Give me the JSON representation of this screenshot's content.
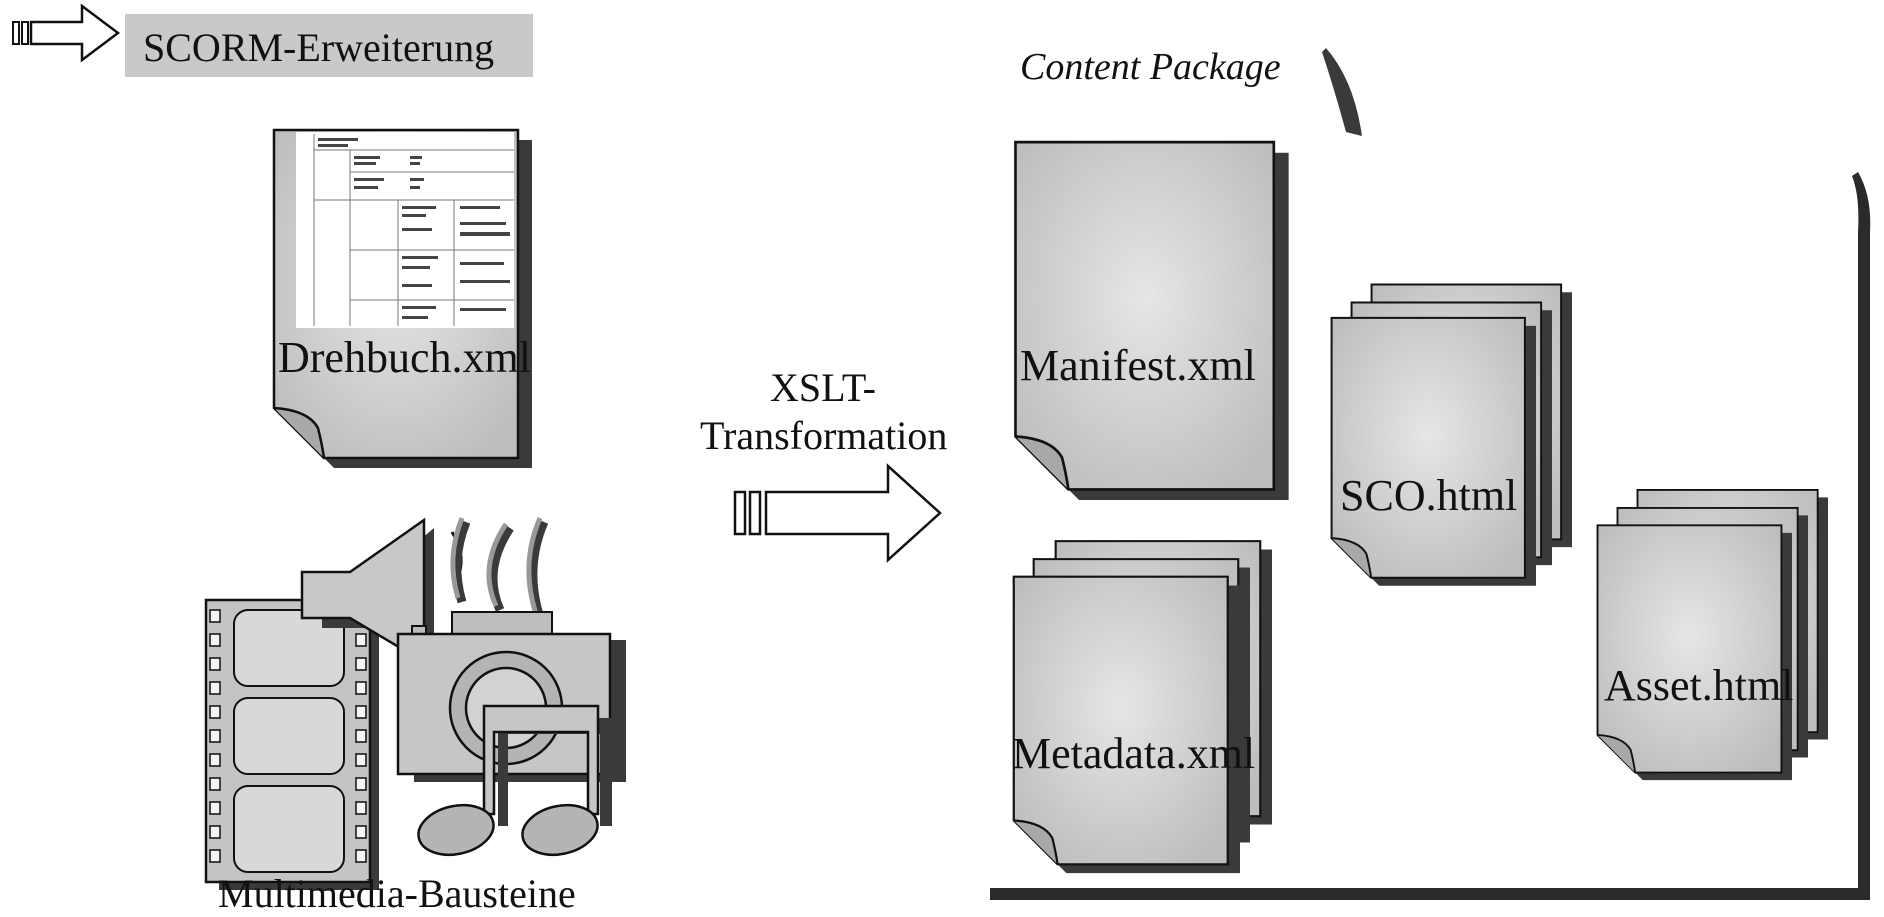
{
  "banner": {
    "label": "SCORM-Erweiterung"
  },
  "source_files": {
    "script_file": "Drehbuch.xml",
    "media_label": "Multimedia-Bausteine"
  },
  "transformation": {
    "line1": "XSLT-",
    "line2": "Transformation"
  },
  "package": {
    "title": "Content Package",
    "manifest": "Manifest.xml",
    "metadata": "Metadata.xml",
    "sco": "SCO.html",
    "asset": "Asset.html"
  },
  "icons": {
    "banner_arrow": "double-bar-arrow-icon",
    "transform_arrow": "double-bar-arrow-icon",
    "document": "folded-page-icon",
    "film": "film-strip-icon",
    "speaker": "speaker-icon",
    "camera": "camera-icon",
    "music": "music-notes-icon"
  },
  "colors": {
    "page_fill": "#cfcfcf",
    "page_shadow": "#3a3a3a",
    "banner_fill": "#c9c9c9",
    "outline": "#111111"
  }
}
